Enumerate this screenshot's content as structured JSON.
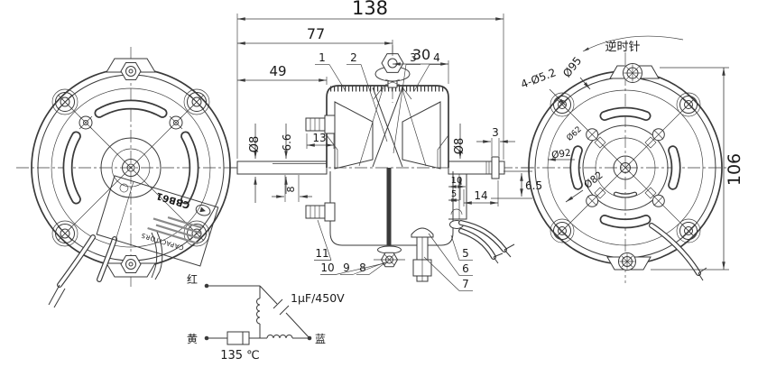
{
  "colors": {
    "background": "#ffffff",
    "line": "#3a3a3a",
    "text": "#1a1a1a"
  },
  "dimensions": {
    "overall_length": "138",
    "front_section": "77",
    "rear_section": "30",
    "shaft_extension": "49",
    "front_shaft_dia": "Ø8",
    "shaft_flat": "6.6",
    "terminal_length": "13",
    "keyway_width": "8",
    "rear_shaft_dia": "Ø8",
    "groove_width": "3",
    "boss_width": "10",
    "boss_step": "5",
    "bracket_width": "14",
    "rear_offset": "6.5",
    "body_height": "106",
    "bolt_circle_dia": "Ø95",
    "mounting_holes": "4-Ø5.2",
    "inner_dia": "Ø62",
    "pilot_dia": "Ø92",
    "recess_dia": "Ø82"
  },
  "callouts": {
    "n1": "1",
    "n2": "2",
    "n3": "3",
    "n4": "4",
    "n5": "5",
    "n6": "6",
    "n7": "7",
    "n8": "8",
    "n9": "9",
    "n10": "10",
    "n11": "11"
  },
  "labels": {
    "rotation_direction": "逆时针",
    "capacitor_model": "CBB61",
    "capacitor_brand": "CAPACITORS"
  },
  "schematic": {
    "wire_red": "红",
    "wire_yellow": "黄",
    "wire_blue": "蓝",
    "capacitor_rating": "1μF/450V",
    "thermal_protector": "135 ℃"
  }
}
